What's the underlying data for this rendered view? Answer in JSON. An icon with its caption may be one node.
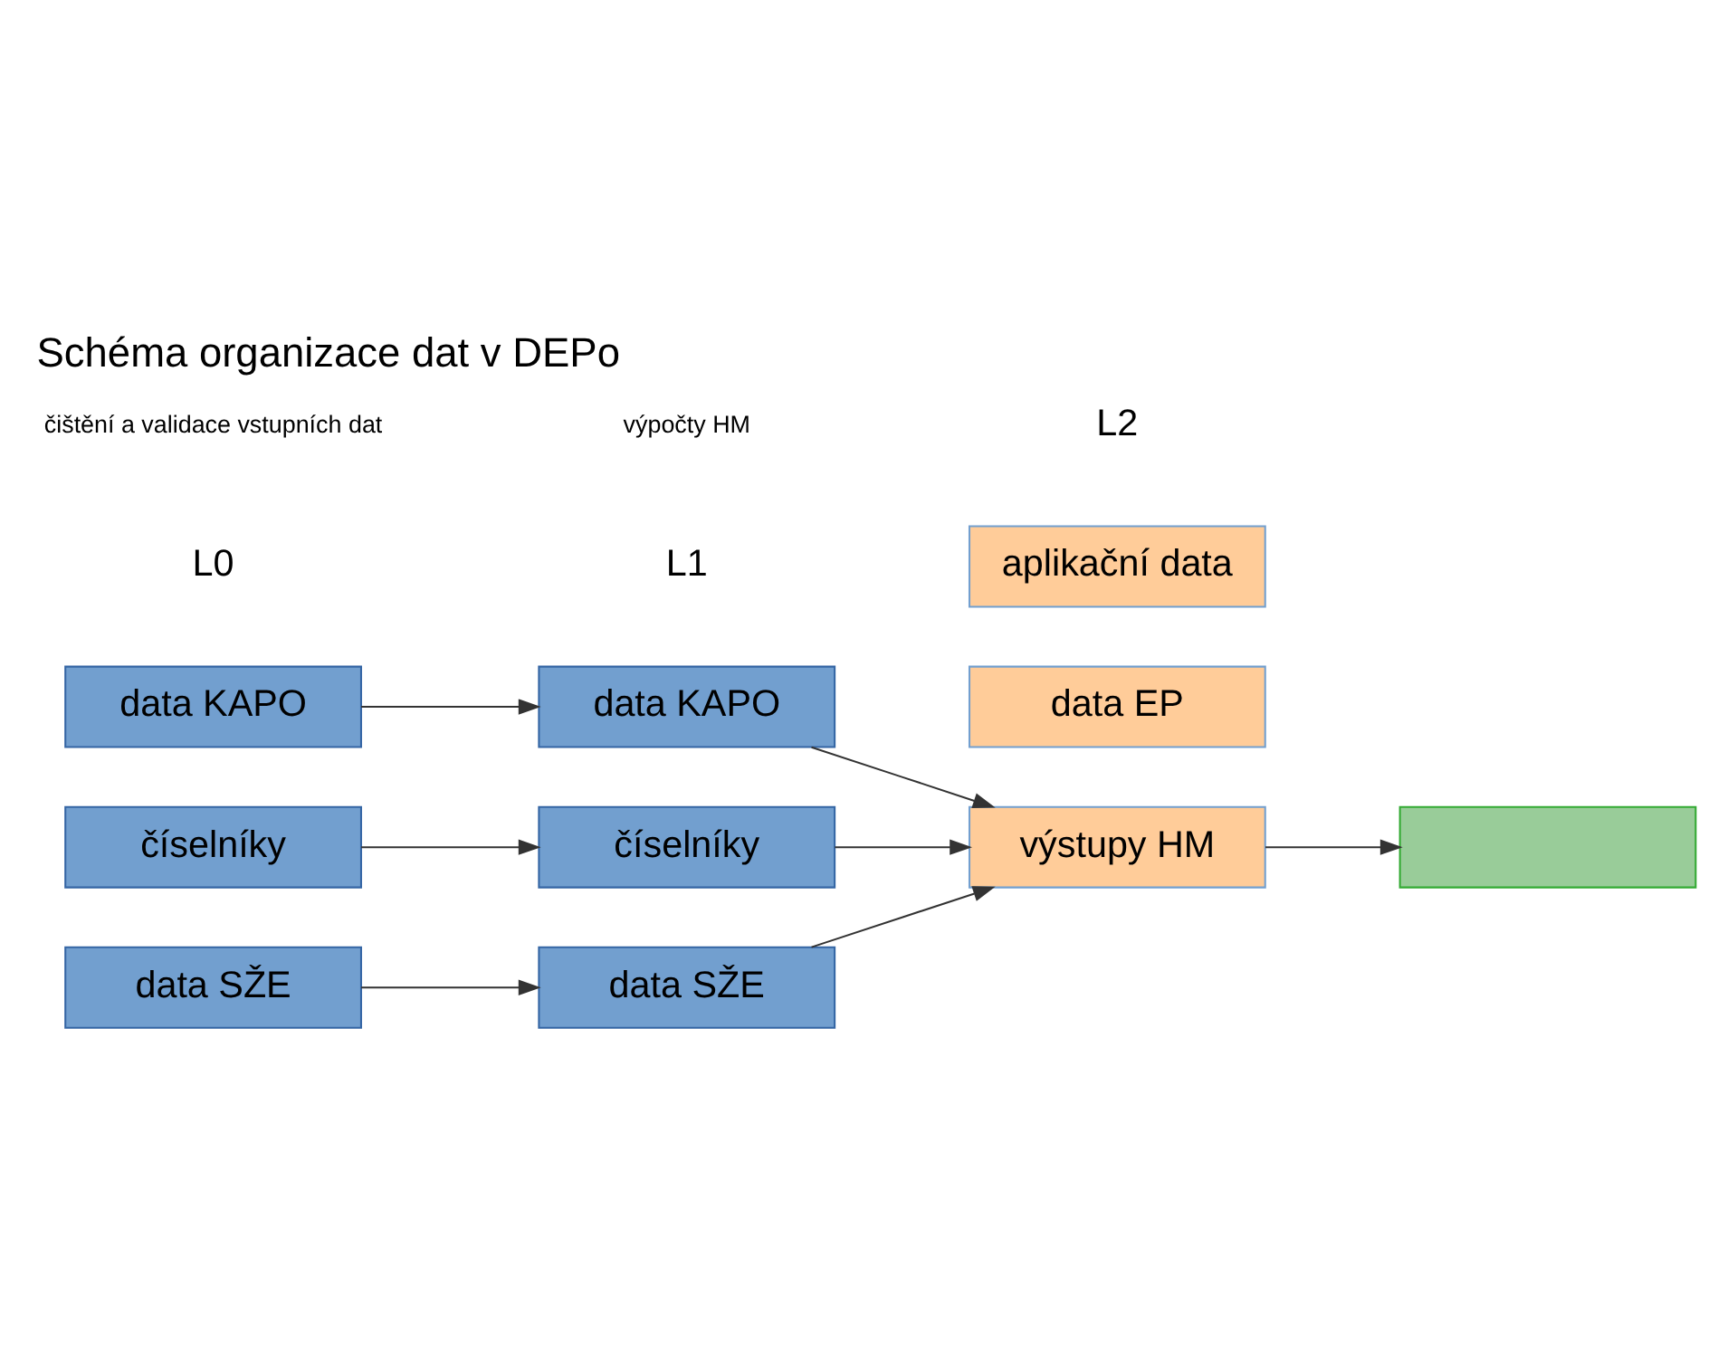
{
  "diagram": {
    "title": "Schéma organizace dat v DEPo",
    "nodes": [
      {
        "text": [
          "data KAPO"
        ]
      },
      {
        "text": [
          "číselníky"
        ]
      },
      {
        "text": [
          "data SŽE"
        ]
      },
      {
        "text": [
          "data KAPO"
        ]
      },
      {
        "text": [
          "číselníky"
        ]
      },
      {
        "text": [
          "data SŽE"
        ]
      },
      {
        "text": [
          "výstupy HM"
        ]
      },
      {
        "text": [
          "data EP"
        ]
      },
      {
        "text": [
          "aplikační data"
        ]
      },
      {
        "text": [],
        "shape": "box"
      }
    ],
    "edges": [
      {
        "from": 0,
        "to": 3,
        "arrow": "to"
      },
      {
        "from": 1,
        "to": 4,
        "arrow": "to"
      },
      {
        "from": 2,
        "to": 5,
        "arrow": "to"
      },
      {
        "from": 3,
        "to": 6,
        "arrow": "to"
      },
      {
        "from": 4,
        "to": 6,
        "arrow": "to"
      },
      {
        "from": 5,
        "to": 6,
        "arrow": "to"
      },
      {
        "from": 6,
        "to": 9,
        "arrow": "to"
      }
    ],
    "labels": [
      "L0",
      "L1",
      "L2",
      "čištění a validace vstupních dat",
      "výpočty HM"
    ]
  }
}
